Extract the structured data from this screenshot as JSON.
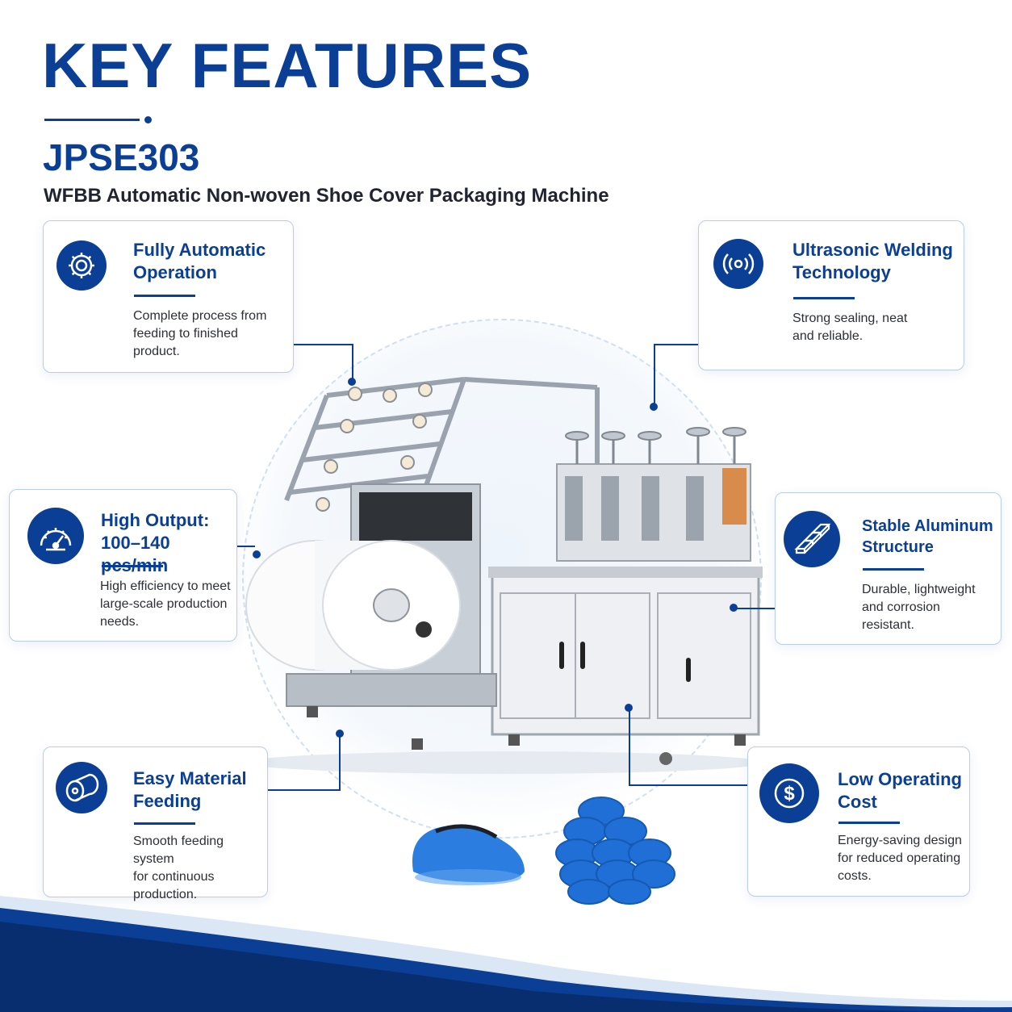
{
  "header": {
    "title": "KEY FEATURES",
    "model": "JPSE303",
    "subtitle": "WFBB Automatic Non-woven Shoe Cover Packaging Machine"
  },
  "colors": {
    "brand_blue": "#0b3f96",
    "card_border": "#b9cde6",
    "product_blue": "#2b7de0"
  },
  "features": [
    {
      "id": "fully-automatic",
      "icon": "gear-icon",
      "title_line1": "Fully Automatic",
      "title_line2": "Operation",
      "desc_line1": "Complete process from",
      "desc_line2": "feeding to finished",
      "desc_line3": "product."
    },
    {
      "id": "ultrasonic",
      "icon": "ultrasonic-wave-icon",
      "title_line1": "Ultrasonic Welding",
      "title_line2": "Technology",
      "desc_line1": "Strong sealing, neat",
      "desc_line2": "and reliable.",
      "desc_line3": ""
    },
    {
      "id": "high-output",
      "icon": "speedometer-icon",
      "title_line1": "High Output:",
      "title_line2": "100–140 pcs/min",
      "desc_line1": "High efficiency to meet",
      "desc_line2": "large-scale production",
      "desc_line3": "needs."
    },
    {
      "id": "aluminum",
      "icon": "aluminum-profile-icon",
      "title_line1": "Stable Aluminum",
      "title_line2": "Structure",
      "desc_line1": "Durable, lightweight",
      "desc_line2": "and corrosion",
      "desc_line3": "resistant."
    },
    {
      "id": "easy-feeding",
      "icon": "material-roll-icon",
      "title_line1": "Easy Material",
      "title_line2": "Feeding",
      "desc_line1": "Smooth feeding system",
      "desc_line2": "for continuous",
      "desc_line3": "production."
    },
    {
      "id": "low-cost",
      "icon": "dollar-icon",
      "title_line1": "Low Operating",
      "title_line2": "Cost",
      "desc_line1": "Energy-saving design",
      "desc_line2": "for reduced operating",
      "desc_line3": "costs."
    }
  ]
}
